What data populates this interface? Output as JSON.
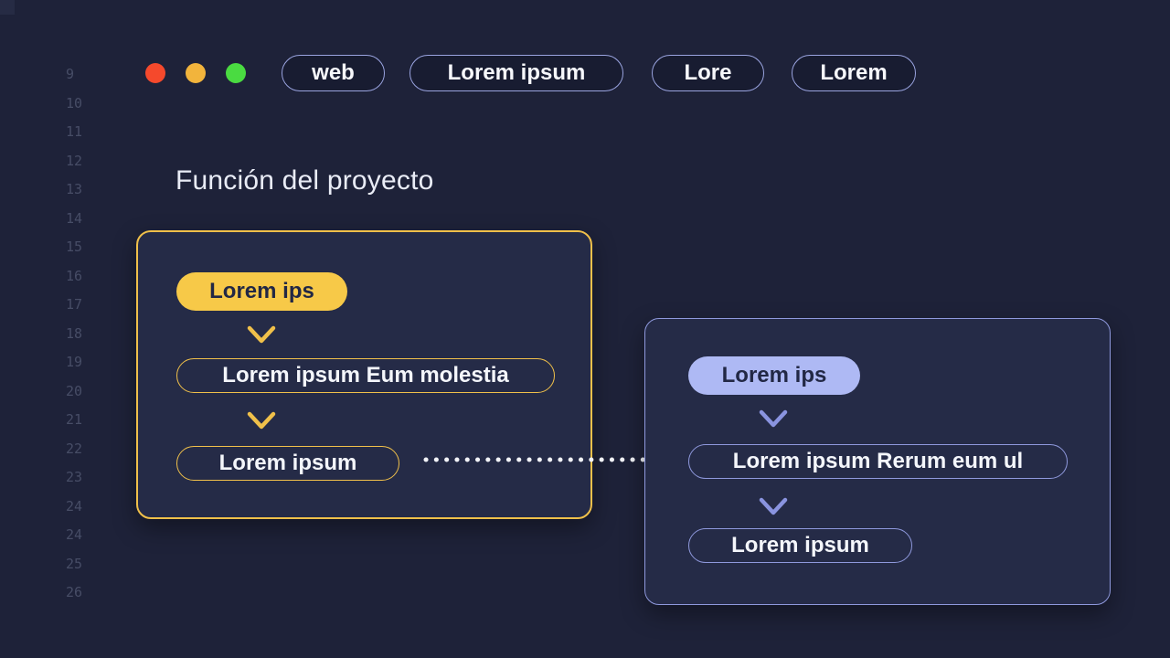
{
  "editor": {
    "line_numbers": [
      "9",
      "10",
      "11",
      "12",
      "13",
      "14",
      "15",
      "16",
      "17",
      "18",
      "19",
      "20",
      "21",
      "22",
      "23",
      "24",
      "24",
      "25",
      "26"
    ]
  },
  "window_controls": {
    "close_color": "#f5492c",
    "minimize_color": "#f2b43c",
    "zoom_color": "#4adb41"
  },
  "tabs": [
    {
      "label": "web"
    },
    {
      "label": "Lorem ipsum"
    },
    {
      "label": "Lore"
    },
    {
      "label": "Lorem"
    }
  ],
  "title": "Función del proyecto",
  "colors": {
    "background": "#1e2239",
    "panel_background": "#252b47",
    "yellow_accent": "#f0c04a",
    "yellow_fill": "#f7c948",
    "purple_accent": "#8f99dd",
    "purple_fill": "#aeb9f4",
    "text_light": "#f4f6fb",
    "text_dark_on_pill": "#222845"
  },
  "flow": {
    "left_panel": {
      "nodes": [
        {
          "type": "filled",
          "label": "Lorem ips"
        },
        {
          "type": "outline",
          "label": "Lorem ipsum Eum molestia"
        },
        {
          "type": "outline",
          "label": "Lorem ipsum"
        }
      ]
    },
    "right_panel": {
      "nodes": [
        {
          "type": "filled",
          "label": "Lorem ips"
        },
        {
          "type": "outline",
          "label": "Lorem ipsum Rerum eum ul"
        },
        {
          "type": "outline",
          "label": "Lorem ipsum"
        }
      ]
    },
    "connector": {
      "style": "dotted-arrow",
      "direction": "left-to-right"
    }
  }
}
